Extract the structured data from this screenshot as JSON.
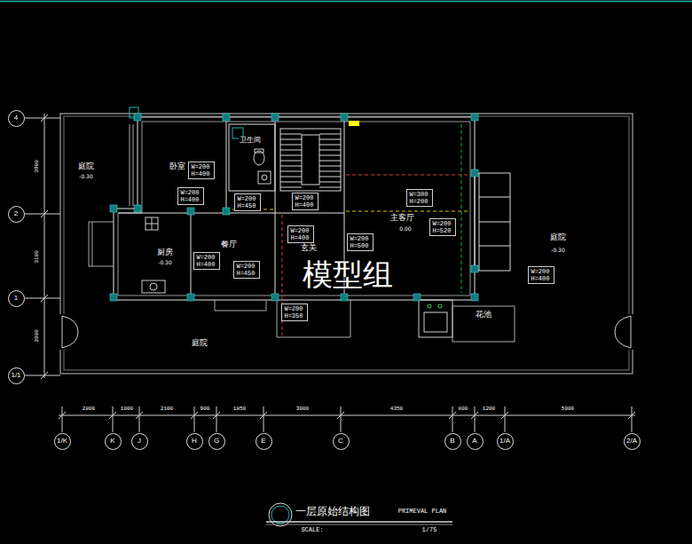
{
  "diagram": {
    "title": "一层原始结构图",
    "nodes": [
      {
        "text": [
          "4"
        ]
      },
      {
        "text": [
          "2"
        ]
      },
      {
        "text": [
          "1"
        ]
      },
      {
        "text": [
          "1/1"
        ]
      },
      {
        "text": [
          "W=200 H=400"
        ]
      },
      {
        "text": [
          "W=200 H=400"
        ]
      },
      {
        "text": [
          "W=200 H=450"
        ]
      },
      {
        "text": [
          "W=200 H=400"
        ]
      },
      {
        "text": [
          "W=300 H=200"
        ]
      },
      {
        "text": [
          "W=200 H=520"
        ]
      },
      {
        "text": [
          "W=200 H=400"
        ]
      },
      {
        "text": [
          "W=200 H=500"
        ]
      },
      {
        "text": [
          "W=200 H=400"
        ]
      },
      {
        "text": [
          "W=200 H=450"
        ]
      },
      {
        "text": [
          "W=200 H=400"
        ]
      },
      {
        "text": [
          "W=200 H=350"
        ]
      },
      {
        "text": [
          "1/K"
        ]
      },
      {
        "text": [
          "K"
        ]
      },
      {
        "text": [
          "J"
        ]
      },
      {
        "text": [
          "H"
        ]
      },
      {
        "text": [
          "G"
        ]
      },
      {
        "text": [
          "E"
        ]
      },
      {
        "text": [
          "C"
        ]
      },
      {
        "text": [
          "B"
        ]
      },
      {
        "text": [
          "A"
        ]
      },
      {
        "text": [
          "1/A"
        ]
      },
      {
        "text": [
          "2/A"
        ]
      }
    ],
    "labels": [
      "庭院",
      "-0.30",
      "卧室",
      "卫生间",
      "厨房",
      "-0.30",
      "餐厅",
      "玄关",
      "主客厅",
      "0.00",
      "庭院",
      "-0.30",
      "花池",
      "庭院",
      "3900",
      "3100",
      "2800",
      "2800",
      "1000",
      "2100",
      "900",
      "1850",
      "3000",
      "4350",
      "800",
      "1200",
      "5000",
      "PRIMEVAL PLAN",
      "SCALE:",
      "1/75",
      "模型组"
    ]
  }
}
